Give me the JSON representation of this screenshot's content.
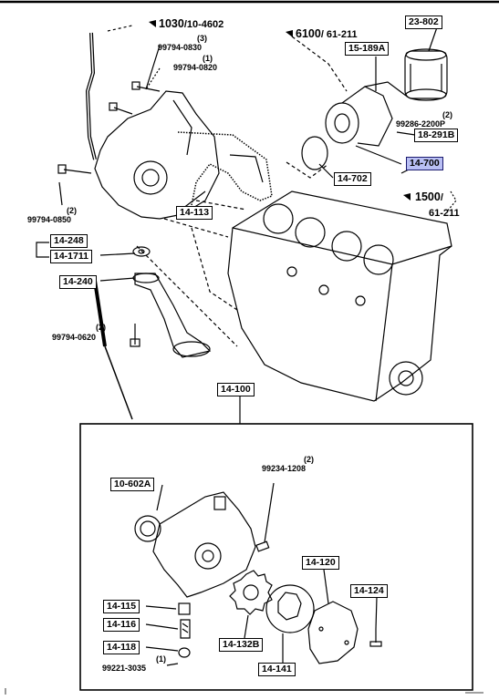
{
  "refs": {
    "ref_1030": "1030",
    "ref_1030_sub": "/10-4602",
    "ref_6100": "6100",
    "ref_6100_sub": "/ 61-211",
    "ref_1500": "1500",
    "ref_1500_sub": "/",
    "ref_1500_sub2": "61-211"
  },
  "boxes": {
    "b_23_802": "23-802",
    "b_15_189A": "15-189A",
    "b_18_291B": "18-291B",
    "b_14_700": "14-700",
    "b_14_702": "14-702",
    "b_14_113": "14-113",
    "b_14_248": "14-248",
    "b_14_1711": "14-1711",
    "b_14_240": "14-240",
    "b_14_100": "14-100",
    "b_10_602A": "10-602A",
    "b_14_115": "14-115",
    "b_14_116": "14-116",
    "b_14_118": "14-118",
    "b_14_132B": "14-132B",
    "b_14_141": "14-141",
    "b_14_120": "14-120",
    "b_14_124": "14-124"
  },
  "parts": {
    "p_99794_0830_qty": "(3)",
    "p_99794_0830": "99794-0830",
    "p_99794_0820_qty": "(1)",
    "p_99794_0820": "99794-0820",
    "p_99286_2200P_qty": "(2)",
    "p_99286_2200P": "99286-2200P",
    "p_99794_0850_qty": "(2)",
    "p_99794_0850": "99794-0850",
    "p_99794_0620_qty": "(2)",
    "p_99794_0620": "99794-0620",
    "p_99234_1208_qty": "(2)",
    "p_99234_1208": "99234-1208",
    "p_99221_3035_qty": "(1)",
    "p_99221_3035": "99221-3035"
  },
  "colors": {
    "highlight_fill": "#b9bff4",
    "highlight_border": "#1a1a6e",
    "line": "#000000"
  }
}
